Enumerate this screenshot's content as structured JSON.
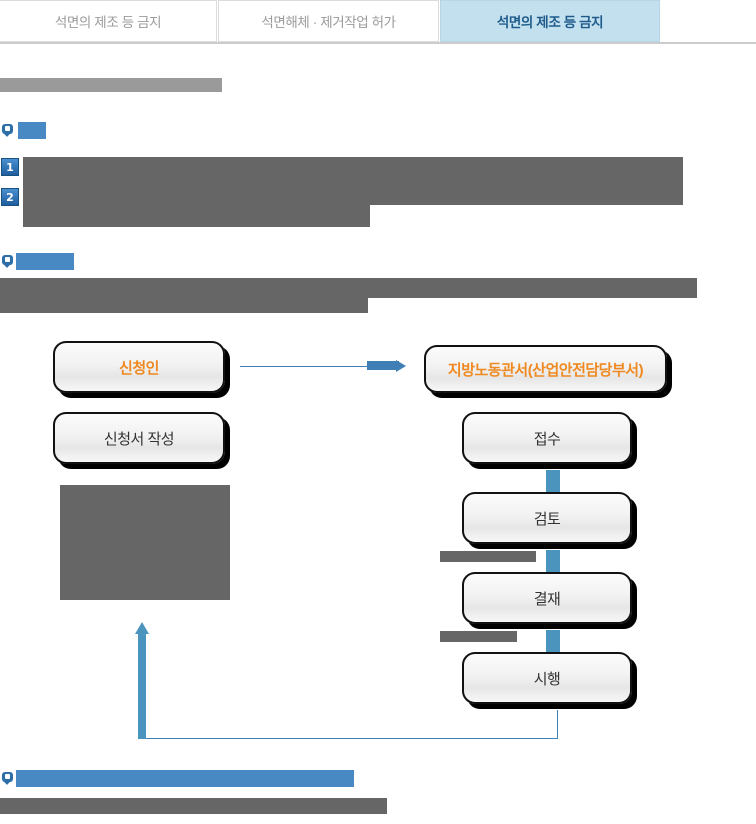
{
  "tabs": [
    {
      "label": "석면의 제조 등 금지",
      "active": false
    },
    {
      "label": "석면해체 · 제거작업 허가",
      "active": false
    },
    {
      "label": "석면의 제조 등 금지",
      "active": true
    }
  ],
  "sections": {
    "section1": {
      "marker": "bullet-marker-icon"
    },
    "section2": {
      "marker": "bullet-marker-icon"
    },
    "section3": {
      "marker": "bullet-marker-icon"
    }
  },
  "list_badges": [
    {
      "number": "1"
    },
    {
      "number": "2"
    }
  ],
  "flowchart": {
    "title_left": "신청인",
    "title_right": "지방노동관서(산업안전담당부서)",
    "left_steps": [
      {
        "label": "신청서 작성"
      }
    ],
    "right_steps": [
      {
        "label": "접수"
      },
      {
        "label": "검토"
      },
      {
        "label": "결재"
      },
      {
        "label": "시행"
      }
    ]
  },
  "colors": {
    "accent_orange": "#ef8a22",
    "connector_blue": "#4b94bd",
    "tab_active_bg": "#c3e0ef",
    "tab_active_text": "#1f5c8b",
    "badge_blue": "#2f6fa8",
    "redaction_gray": "#666666",
    "redaction_light_gray": "#9a9a9a",
    "redaction_blue": "#4889c4"
  }
}
